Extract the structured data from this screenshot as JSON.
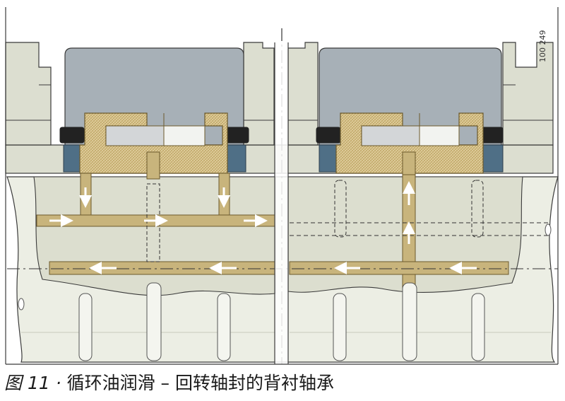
{
  "figure": {
    "document_id": "100 249",
    "caption_label": "图 11 ·",
    "caption_text": "循环油润滑 – 回转轴封的背衬轴承",
    "colors": {
      "housing": "#dcded0",
      "housing_dark": "#c8cabb",
      "seal_block": "#a7b0b7",
      "shaft": "#e9ebe1",
      "oil_channel": "#c8b47c",
      "bearing_mesh": "#d7c38d",
      "seal_ring": "#4f6f86",
      "outline": "#3b3b3b"
    },
    "arrows": {
      "left_panel": [
        "down",
        "down",
        "right",
        "right",
        "right",
        "left",
        "left"
      ],
      "right_panel": [
        "up",
        "up",
        "left",
        "left"
      ]
    }
  }
}
